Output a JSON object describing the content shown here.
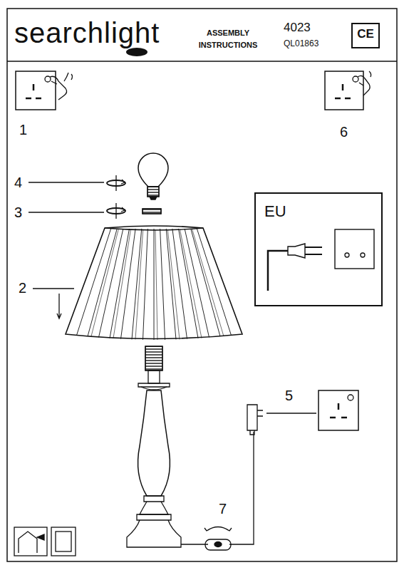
{
  "diagram": {
    "title": "searchlight",
    "nodes": [
      {
        "text": [
          "CE"
        ]
      },
      {
        "text": [
          "EU"
        ]
      }
    ],
    "labels": [
      "ASSEMBLY INSTRUCTIONS",
      "4023",
      "QL01863",
      "1",
      "6",
      "4",
      "3",
      "2",
      "5",
      "7"
    ]
  }
}
